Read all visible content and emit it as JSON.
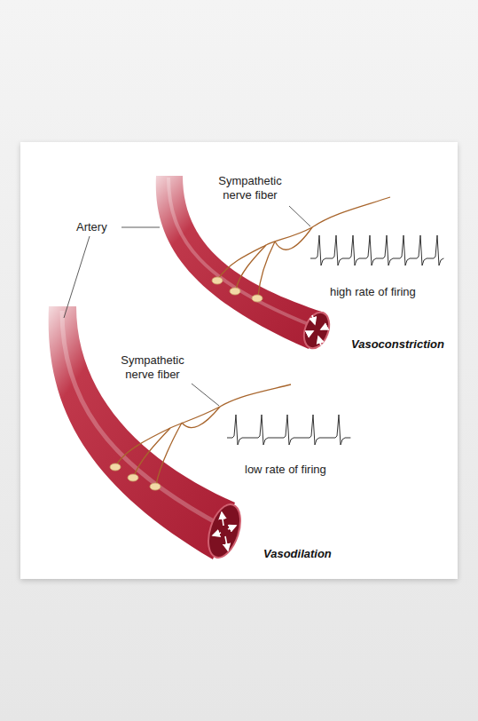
{
  "diagram": {
    "labels": [
      "Artery",
      "Sympathetic nerve fiber",
      "high rate of firing",
      "Vasoconstriction",
      "Sympathetic nerve fiber",
      "low rate of firing",
      "Vasodilation"
    ]
  }
}
